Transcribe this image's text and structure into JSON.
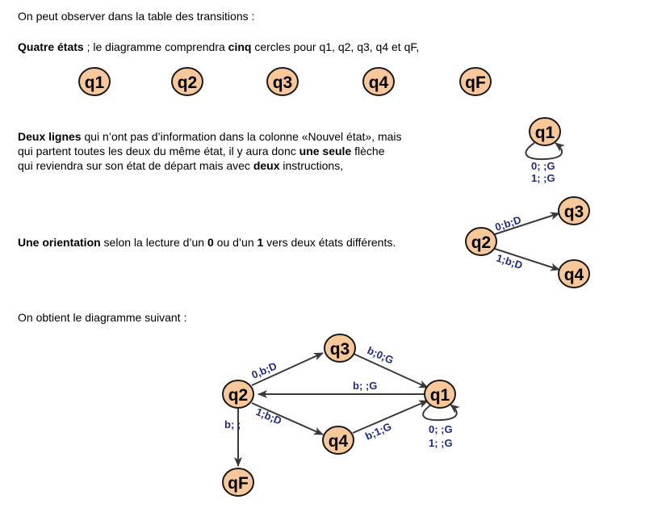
{
  "text": {
    "intro": "On peut observer dans la table des transitions :",
    "para1": [
      {
        "t": "Quatre états",
        "b": true
      },
      {
        "t": " ; le diagramme comprendra ",
        "b": false
      },
      {
        "t": "cinq",
        "b": true
      },
      {
        "t": " cercles pour q1, q2, q3, q4 et qF,",
        "b": false
      }
    ],
    "para2_lines": [
      [
        {
          "t": "Deux lignes",
          "b": true
        },
        {
          "t": " qui n’ont pas d’information dans la colonne «Nouvel état», mais",
          "b": false
        }
      ],
      [
        {
          "t": "qui partent toutes les deux du même état, il y aura donc ",
          "b": false
        },
        {
          "t": "une seule",
          "b": true
        },
        {
          "t": " flèche",
          "b": false
        }
      ],
      [
        {
          "t": "qui reviendra sur son état de départ mais avec ",
          "b": false
        },
        {
          "t": "deux",
          "b": true
        },
        {
          "t": " instructions,",
          "b": false
        }
      ]
    ],
    "para3": [
      {
        "t": "Une orientation",
        "b": true
      },
      {
        "t": " selon la lecture d’un ",
        "b": false
      },
      {
        "t": "0",
        "b": true
      },
      {
        "t": " ou d’un ",
        "b": false
      },
      {
        "t": "1",
        "b": true
      },
      {
        "t": " vers deux états différents.",
        "b": false
      }
    ],
    "para4": "On obtient le diagramme suivant :"
  },
  "states_row": [
    "q1",
    "q2",
    "q3",
    "q4",
    "qF"
  ],
  "loop_example": {
    "state": "q1",
    "labels": [
      "0; ;G",
      "1; ;G"
    ]
  },
  "branch_example": {
    "from": "q2",
    "to_top": "q3",
    "to_bottom": "q4",
    "label_top": "0;b;D",
    "label_bottom": "1;b;D"
  },
  "final_diagram": {
    "states": {
      "q1": "q1",
      "q2": "q2",
      "q3": "q3",
      "q4": "q4",
      "qF": "qF"
    },
    "edges": {
      "q2_q3": "0,b;D",
      "q3_q1": "b;0;G",
      "q1_q2": "b; ;G",
      "q2_q4": "1;b;D",
      "q4_q1": "b;1;G",
      "q2_qF": "b; ;",
      "q1_loop": [
        "0; ;G",
        "1; ;G"
      ]
    }
  },
  "colors": {
    "state_fill": "#f8c89a",
    "state_stroke": "#1a1a1a",
    "edge": "#3a3a3a",
    "edge_label": "#1f2a8a"
  }
}
